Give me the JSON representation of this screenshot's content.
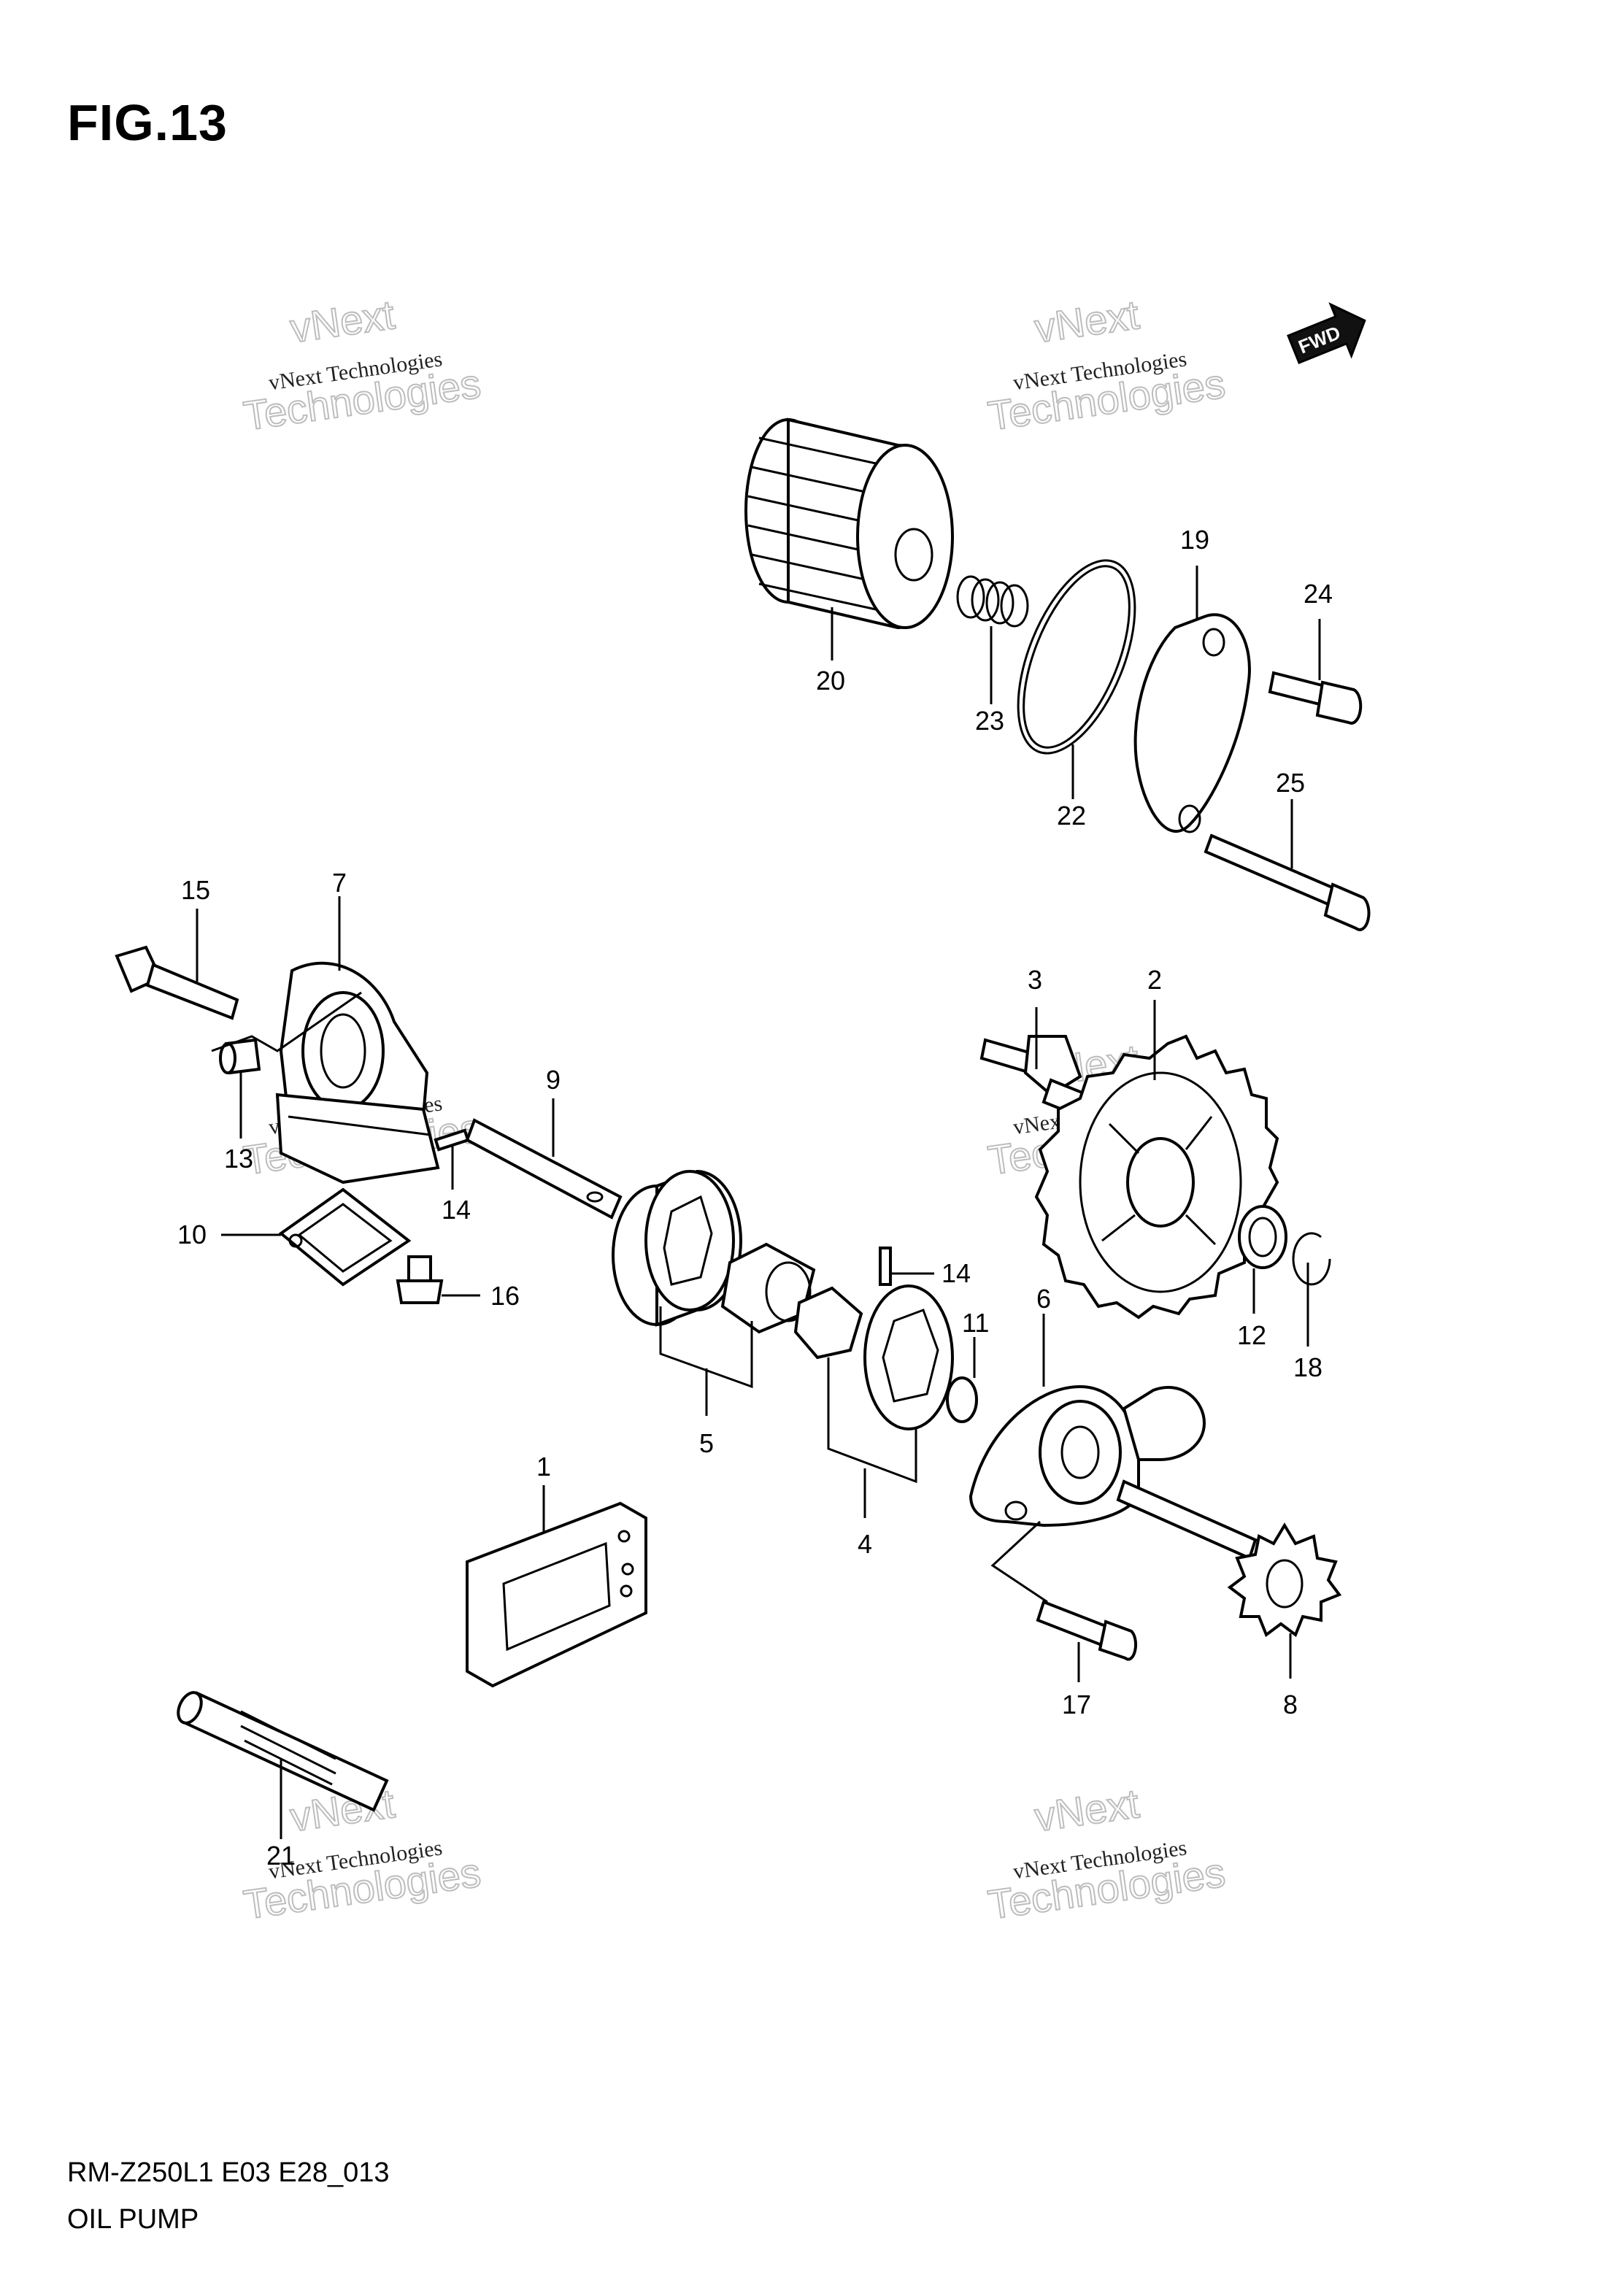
{
  "figure": {
    "title": "FIG.13",
    "model_code": "RM-Z250L1 E03 E28_013",
    "name": "OIL PUMP"
  },
  "fwd_label": "FWD",
  "watermark": {
    "line1": "vNext",
    "line2": "vNext Technologies",
    "line3": "Technologies"
  },
  "callouts": {
    "p1": "1",
    "p2": "2",
    "p3": "3",
    "p4": "4",
    "p5": "5",
    "p6": "6",
    "p7": "7",
    "p8": "8",
    "p9": "9",
    "p10": "10",
    "p11": "11",
    "p12": "12",
    "p13": "13",
    "p14a": "14",
    "p14b": "14",
    "p15": "15",
    "p16": "16",
    "p17": "17",
    "p18": "18",
    "p19": "19",
    "p20": "20",
    "p21": "21",
    "p22": "22",
    "p23": "23",
    "p24": "24",
    "p25": "25"
  }
}
